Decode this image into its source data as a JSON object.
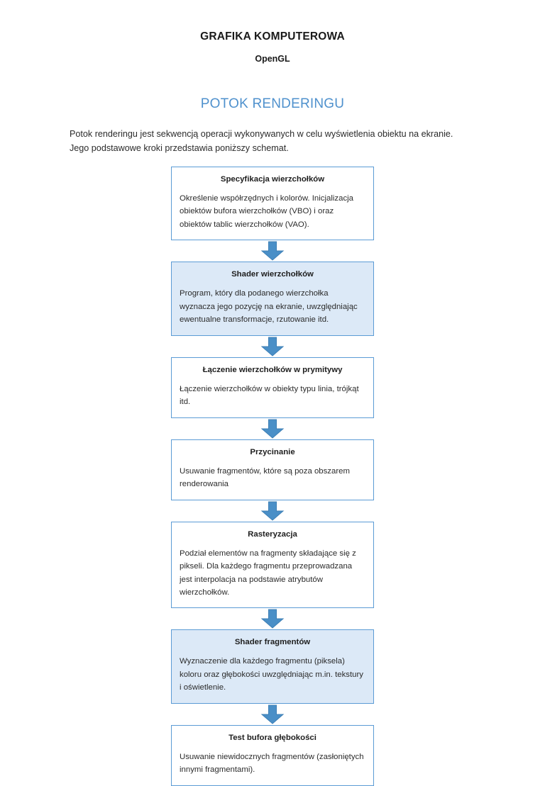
{
  "document": {
    "title": "GRAFIKA KOMPUTEROWA",
    "subtitle": "OpenGL",
    "section_heading": "POTOK RENDERINGU",
    "intro_paragraph": "Potok renderingu jest sekwencją operacji wykonywanych w celu wyświetlenia obiektu na ekranie. Jego podstawowe kroki przedstawia poniższy schemat."
  },
  "colors": {
    "heading_blue": "#4f91cd",
    "box_border": "#5b9bd5",
    "box_shaded_fill": "#dce9f7",
    "arrow_fill": "#4a8fc7",
    "arrow_stroke": "#3d7fb5",
    "text": "#2b2b2b"
  },
  "flowchart": {
    "type": "vertical-flow",
    "connector_icon": "down-arrow-icon",
    "steps": [
      {
        "title": "Specyfikacja wierzchołków",
        "body": "Określenie współrzędnych i kolorów. Inicjalizacja obiektów bufora wierzchołków (VBO) i oraz obiektów tablic wierzchołków (VAO).",
        "shaded": false
      },
      {
        "title": "Shader wierzchołków",
        "body": "Program, który dla podanego wierzchołka wyznacza jego pozycję na ekranie, uwzględniając ewentualne transformacje, rzutowanie itd.",
        "shaded": true
      },
      {
        "title": "Łączenie wierzchołków w prymitywy",
        "body": "Łączenie wierzchołków w obiekty typu linia, trójkąt itd.",
        "shaded": false
      },
      {
        "title": "Przycinanie",
        "body": "Usuwanie fragmentów, które są poza obszarem renderowania",
        "shaded": false
      },
      {
        "title": "Rasteryzacja",
        "body": "Podział elementów na fragmenty składające się z pikseli. Dla każdego fragmentu przeprowadzana jest interpolacja na podstawie atrybutów wierzchołków.",
        "shaded": false
      },
      {
        "title": "Shader fragmentów",
        "body": "Wyznaczenie dla każdego fragmentu (piksela) koloru oraz głębokości uwzględniając m.in. tekstury i oświetlenie.",
        "shaded": true
      },
      {
        "title": "Test bufora głębokości",
        "body": "Usuwanie niewidocznych fragmentów (zasłoniętych innymi fragmentami).",
        "shaded": false
      }
    ]
  }
}
